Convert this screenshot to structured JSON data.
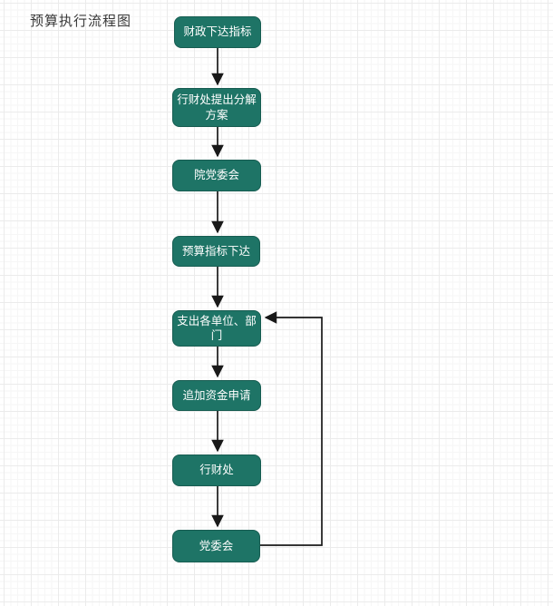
{
  "page": {
    "title": "预算执行流程图"
  },
  "colors": {
    "node_fill": "#1e7466",
    "node_border": "#175c51",
    "node_text": "#ffffff",
    "arrow": "#191919",
    "canvas_bg": "#ffffff",
    "grid_minor": "#f6f6f6",
    "grid_major": "#ebebeb",
    "title_text": "#383838"
  },
  "flowchart": {
    "type": "flowchart",
    "direction": "top-to-bottom",
    "nodes": [
      {
        "id": "n1",
        "label": "财政下达指标"
      },
      {
        "id": "n2",
        "label": "行财处提出分解方案"
      },
      {
        "id": "n3",
        "label": "院党委会"
      },
      {
        "id": "n4",
        "label": "预算指标下达"
      },
      {
        "id": "n5",
        "label": "支出各单位、部门"
      },
      {
        "id": "n6",
        "label": "追加资金申请"
      },
      {
        "id": "n7",
        "label": "行财处"
      },
      {
        "id": "n8",
        "label": "党委会"
      }
    ],
    "edges": [
      {
        "from": "n1",
        "to": "n2",
        "kind": "straight-down"
      },
      {
        "from": "n2",
        "to": "n3",
        "kind": "straight-down"
      },
      {
        "from": "n3",
        "to": "n4",
        "kind": "straight-down"
      },
      {
        "from": "n4",
        "to": "n5",
        "kind": "straight-down"
      },
      {
        "from": "n5",
        "to": "n6",
        "kind": "straight-down"
      },
      {
        "from": "n6",
        "to": "n7",
        "kind": "straight-down"
      },
      {
        "from": "n7",
        "to": "n8",
        "kind": "straight-down"
      },
      {
        "from": "n8",
        "to": "n5",
        "kind": "feedback-loop-right"
      }
    ]
  }
}
